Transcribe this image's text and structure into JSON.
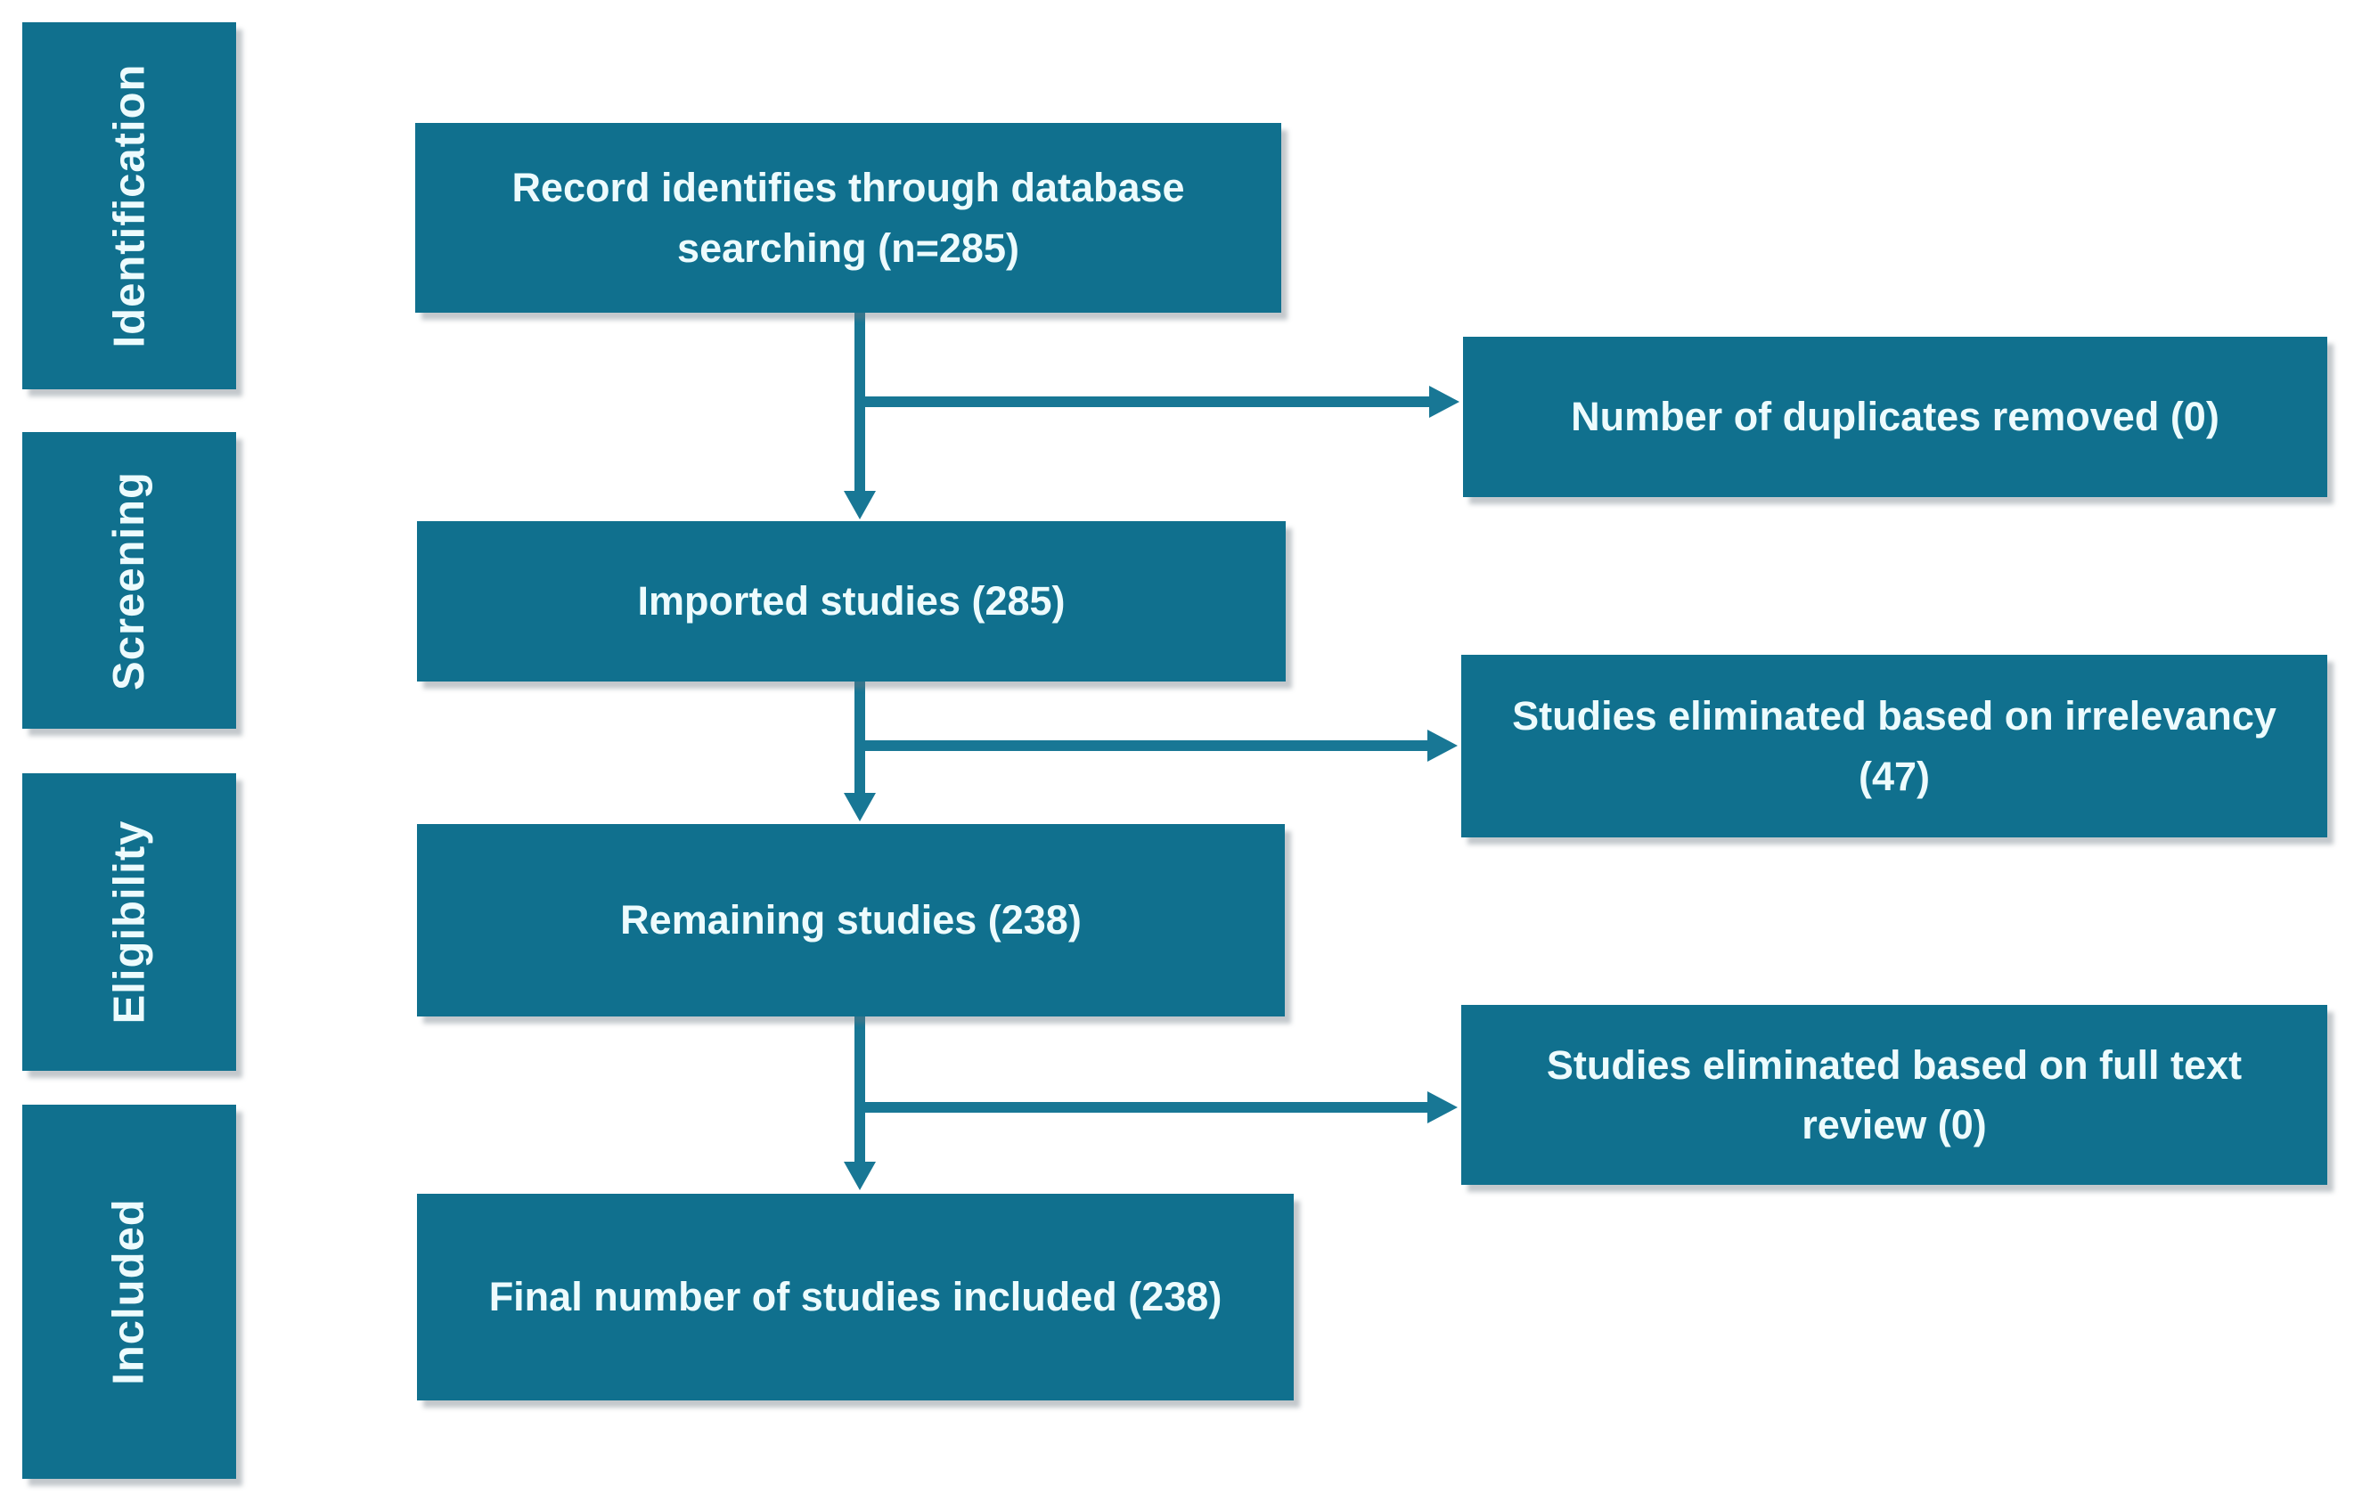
{
  "figure": {
    "type": "prisma-flow-diagram",
    "background": "#ffffff",
    "colors": {
      "box_fill": "#10708E",
      "arrow": "#187795",
      "box_text": "#EDFBFD"
    }
  },
  "sidebar": {
    "stages": [
      {
        "id": "identification",
        "label": "Identification"
      },
      {
        "id": "screening",
        "label": "Screening"
      },
      {
        "id": "eligibility",
        "label": "Eligibility"
      },
      {
        "id": "included",
        "label": "Included"
      }
    ]
  },
  "main_boxes": [
    {
      "id": "records",
      "label": "Record identifies through database searching (n=285)",
      "count": 285
    },
    {
      "id": "imported",
      "label": "Imported studies (285)",
      "count": 285
    },
    {
      "id": "remaining",
      "label": "Remaining studies (238)",
      "count": 238
    },
    {
      "id": "final",
      "label": "Final number of studies included (238)",
      "count": 238
    }
  ],
  "side_boxes": [
    {
      "id": "duplicates",
      "label": "Number of duplicates removed (0)",
      "count": 0
    },
    {
      "id": "irrelevancy",
      "label": "Studies eliminated based on irrelevancy (47)",
      "count": 47
    },
    {
      "id": "fulltext",
      "label": "Studies eliminated based on full text review (0)",
      "count": 0
    }
  ],
  "edges": [
    {
      "from": "records",
      "to": "imported"
    },
    {
      "from": "records",
      "to": "duplicates"
    },
    {
      "from": "imported",
      "to": "remaining"
    },
    {
      "from": "imported",
      "to": "irrelevancy"
    },
    {
      "from": "remaining",
      "to": "final"
    },
    {
      "from": "remaining",
      "to": "fulltext"
    }
  ]
}
